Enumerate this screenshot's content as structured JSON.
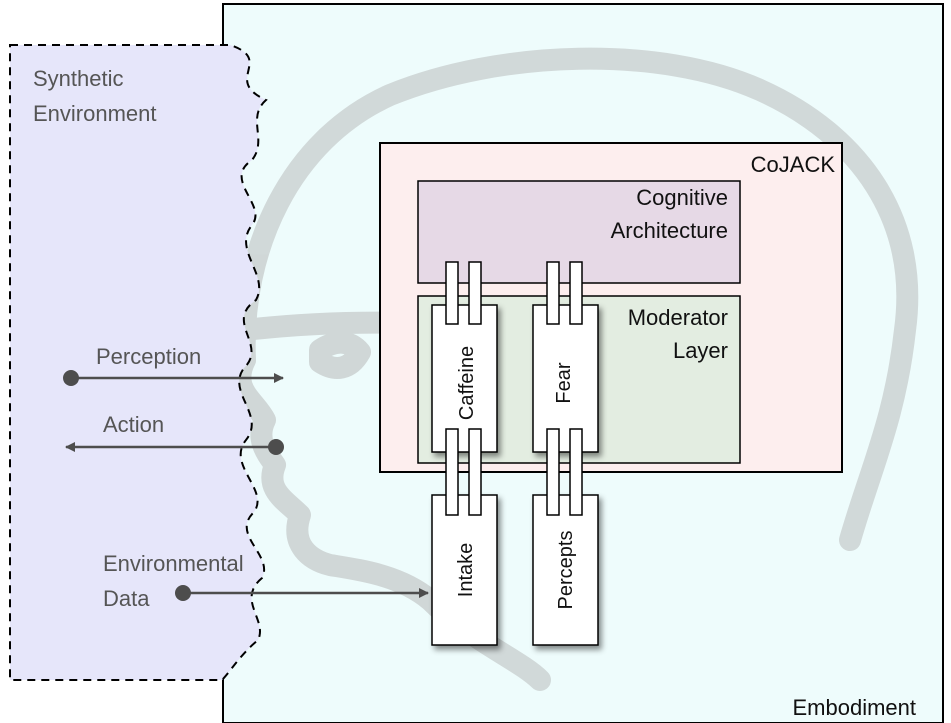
{
  "environment": {
    "line1": "Synthetic",
    "line2": "Environment"
  },
  "embodiment": {
    "label": "Embodiment"
  },
  "cojack": {
    "label": "CoJACK"
  },
  "cognitive_architecture": {
    "line1": "Cognitive",
    "line2": "Architecture"
  },
  "moderator_layer": {
    "line1": "Moderator",
    "line2": "Layer"
  },
  "moderators": {
    "caffeine": "Caffeine",
    "fear": "Fear"
  },
  "inputs": {
    "intake": "Intake",
    "percepts": "Percepts"
  },
  "flows": {
    "perception": "Perception",
    "action": "Action",
    "environmental_data_line1": "Environmental",
    "environmental_data_line2": "Data"
  },
  "colors": {
    "environment_fill": "#e6e6fa",
    "embodiment_fill": "#eefcfc",
    "cojack_fill": "#fdeeee",
    "cognitive_fill": "#e6d9e6",
    "moderator_fill": "#e3ede1",
    "arrow": "#4d4d4d"
  }
}
